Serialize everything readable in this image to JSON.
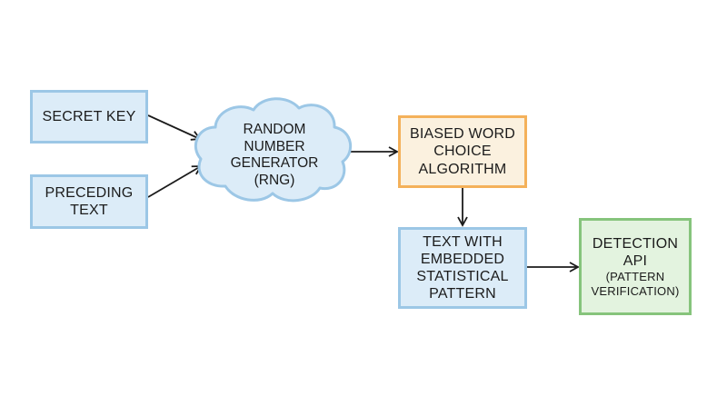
{
  "nodes": {
    "secret_key": "SECRET KEY",
    "preceding_text": [
      "PRECEDING",
      "TEXT"
    ],
    "rng": [
      "RANDOM",
      "NUMBER",
      "GENERATOR",
      "(RNG)"
    ],
    "biased_algorithm": [
      "BIASED WORD",
      "CHOICE",
      "ALGORITHM"
    ],
    "text_pattern": [
      "TEXT WITH",
      "EMBEDDED",
      "STATISTICAL",
      "PATTERN"
    ],
    "detection_api": [
      "DETECTION",
      "API",
      "(PATTERN",
      "VERIFICATION)"
    ]
  },
  "colors": {
    "blue_fill": "#dcecf8",
    "blue_border": "#9cc7e6",
    "orange_fill": "#fbf1df",
    "orange_border": "#f4b15a",
    "green_fill": "#e3f3df",
    "green_border": "#86c47c",
    "arrow": "#1b1b1b"
  }
}
